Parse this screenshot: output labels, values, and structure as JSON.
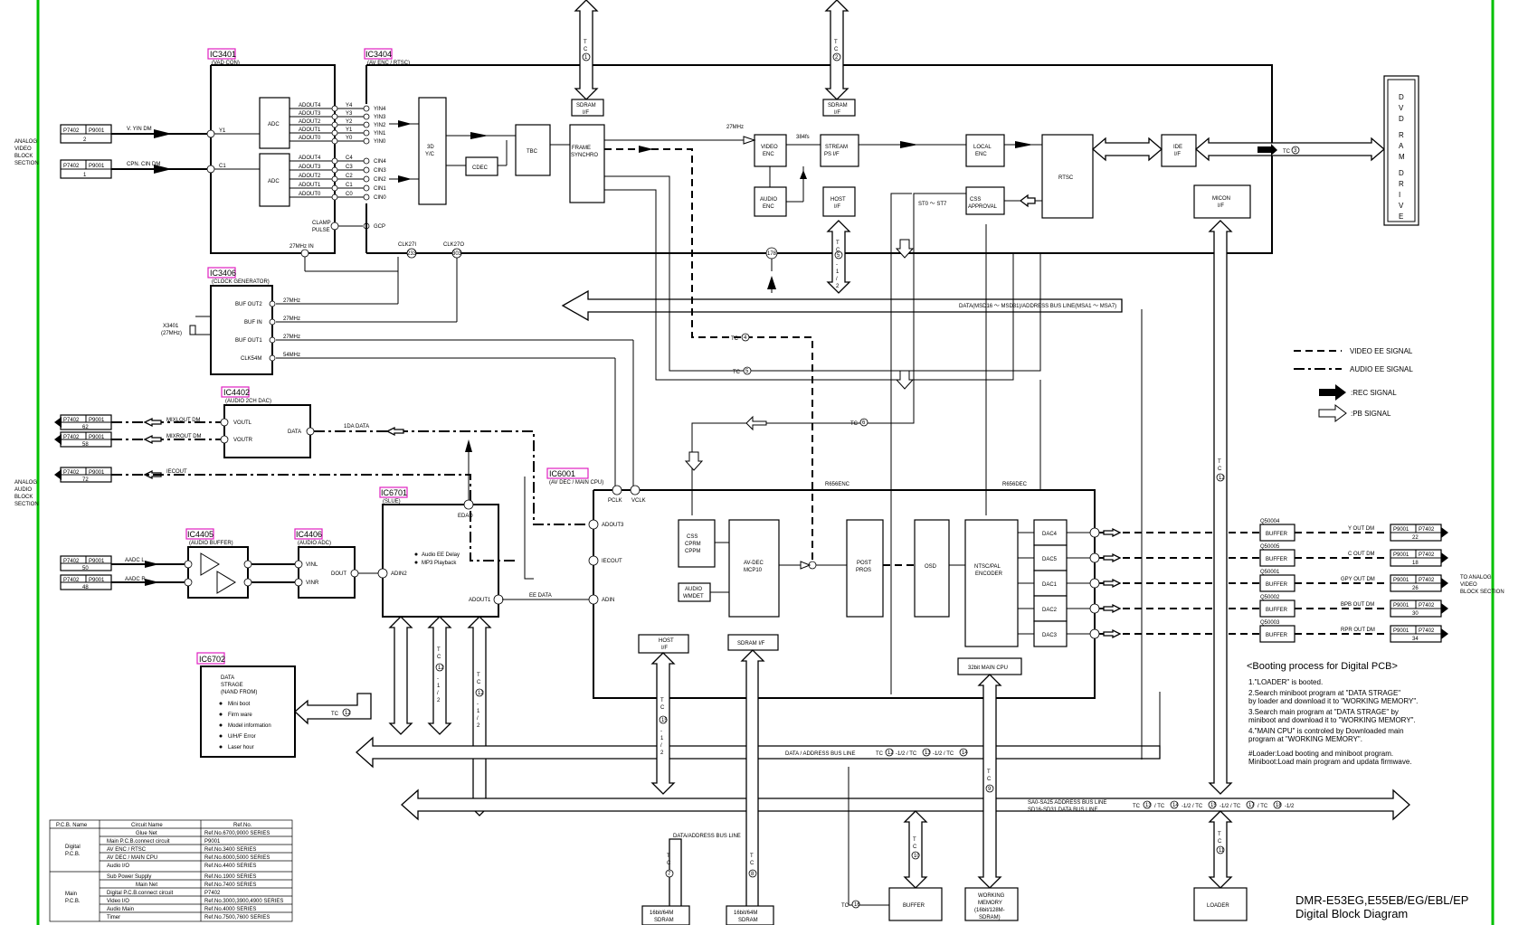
{
  "title": {
    "model": "DMR-E53EG,E55EB/EG/EBL/EP",
    "name": "Digital Block Diagram"
  },
  "ics": {
    "ic3401": {
      "id": "IC3401",
      "desc": "(VAD CON)"
    },
    "ic3404": {
      "id": "IC3404",
      "desc": "(AV ENC / RTSC)"
    },
    "ic3406": {
      "id": "IC3406",
      "desc": "(CLOCK GENERATOR)"
    },
    "ic4402": {
      "id": "IC4402",
      "desc": "(AUDIO 2CH DAC)"
    },
    "ic4405": {
      "id": "IC4405",
      "desc": "(AUDIO BUFFER)"
    },
    "ic4406": {
      "id": "IC4406",
      "desc": "(AUDIO ADC)"
    },
    "ic6701": {
      "id": "IC6701",
      "desc": "(SLUE)"
    },
    "ic6001": {
      "id": "IC6001",
      "desc": "(AV DEC / MAIN CPU)"
    },
    "ic6702": {
      "id": "IC6702"
    }
  },
  "blocks": {
    "adc": "ADC",
    "yc3d": [
      "3D",
      "Y/C"
    ],
    "cdec": "CDEC",
    "tbc": "TBC",
    "frame": [
      "FRAME",
      "SYNCHRO"
    ],
    "sdram_if": [
      "SDRAM",
      "I/F"
    ],
    "video_enc": [
      "VIDEO",
      "ENC"
    ],
    "stream": [
      "STREAM",
      "PS I/F"
    ],
    "local_enc": [
      "LOCAL",
      "ENC"
    ],
    "rtsc": "RTSC",
    "ide": [
      "IDE",
      "I/F"
    ],
    "audio_enc": [
      "AUDIO",
      "ENC"
    ],
    "host_if": [
      "HOST",
      "I/F"
    ],
    "css_approval": [
      "CSS",
      "APPROVAL"
    ],
    "micon_if": [
      "MICON",
      "I/F"
    ],
    "dvd_drive": "DVD RAM DRIVE",
    "css_cprm": [
      "CSS",
      "CPRM",
      "CPPM"
    ],
    "avdec": [
      "AV-DEC",
      "MCP10"
    ],
    "audio_wmdet": [
      "AUDIO",
      "WMDET"
    ],
    "post_pros": [
      "POST",
      "PROS"
    ],
    "osd": "OSD",
    "ntsc_enc": [
      "NTSC/PAL",
      "ENCODER"
    ],
    "dacs": [
      "DAC4",
      "DAC5",
      "DAC1",
      "DAC2",
      "DAC3"
    ],
    "host_if2": [
      "HOST",
      "I/F"
    ],
    "sdram_if2": "SDRAM I/F",
    "main_cpu": "32bit MAIN CPU",
    "sdram16": [
      "16bit/64M",
      "SDRAM"
    ],
    "buffer": "BUFFER",
    "working_memory": [
      "WORKING",
      "MEMORY",
      "(16bit/128M-",
      "SDRAM)"
    ],
    "loader": "LOADER",
    "data_strage_title": [
      "DATA",
      "STRAGE",
      "(NAND FROM)"
    ],
    "data_strage_items": [
      "Mini boot",
      "Firm ware",
      "Model information",
      "U/H/F Error",
      "Laser hour"
    ],
    "slue_items": [
      "Audio EE Delay",
      "MP3 Playback"
    ]
  },
  "signals": {
    "vyin": "V. YIN DM",
    "cpn": "CPN. CIN DM",
    "mixl": "MIXLOUT DM",
    "mixr": "MIXROUT DM",
    "iecout": "IECOUT",
    "aadcl": "AADC L",
    "aadcr": "AADC R",
    "yout": "Y OUT DM",
    "cout": "C OUT DM",
    "gpy": "GPY OUT DM",
    "bpb": "BPB OUT DM",
    "rpr": "RPR OUT DM",
    "data_bus1": "DATA(MSD16 〜 MSD31)/ADDRESS BUS LINE(MSA1 〜 MSA7)",
    "data_bus2": "DATA / ADDRESS BUS LINE",
    "data_bus3": "DATA/ADDRESS BUS LINE",
    "sa_bus": [
      "SA0-SA25 ADDRESS BUS LINE",
      "SD16-SD31 DATA BUS LINE"
    ],
    "clk27": "27MHz",
    "clk54": "54MHz",
    "f384": "384fs",
    "st": "ST0 〜 ST7",
    "r656enc": "R656ENC",
    "r656dec": "R656DEC",
    "ee_data": "EE DATA",
    "i2s": "1DA DATA",
    "xtal": [
      "X3401",
      "(27MHz)"
    ]
  },
  "sections": {
    "analog_video": [
      "ANALOG",
      "VIDEO",
      "BLOCK",
      "SECTION"
    ],
    "analog_audio": [
      "ANALOG",
      "AUDIO",
      "BLOCK",
      "SECTION"
    ],
    "to_analog_video": [
      "TO ANALOG",
      "VIDEO",
      "BLOCK SECTION"
    ]
  },
  "legend": [
    {
      "style": "dash",
      "label": "VIDEO EE SIGNAL"
    },
    {
      "style": "dashdot",
      "label": "AUDIO EE SIGNAL"
    },
    {
      "style": "rec",
      "label": ":REC SIGNAL"
    },
    {
      "style": "pb",
      "label": ":PB SIGNAL"
    }
  ],
  "booting": {
    "title": "<Booting process for Digital PCB>",
    "lines": [
      "1.\"LOADER\" is booted.",
      "2.Search miniboot program at \"DATA STRAGE\"",
      "  by loader and download it to \"WORKING MEMORY\".",
      "3.Search main program at \"DATA STRAGE\" by",
      "  miniboot and download it to \"WORKING MEMORY\".",
      "4.\"MAIN CPU\" is controled by Downloaded main",
      "  program at \"WORKING MEMORY\".",
      "#Loader:Load booting and miniboot program.",
      " Miniboot:Load main program and updata firmwave."
    ]
  },
  "pcb_table": {
    "headers": [
      "P.C.B. Name",
      "Circuit Name",
      "Ref.No."
    ],
    "groups": [
      {
        "pcb": [
          "Digital",
          "P.C.B."
        ],
        "rows": [
          [
            "Glue Net",
            "Ref.No.6700,9000 SERIES"
          ],
          [
            "Main P.C.B.connect circuit",
            "P9001"
          ],
          [
            "AV ENC / RTSC",
            "Ref.No.3400 SERIES"
          ],
          [
            "AV DEC / MAIN CPU",
            "Ref.No.6000,5000 SERIES"
          ],
          [
            "Audio I/O",
            "Ref.No.4400 SERIES"
          ]
        ]
      },
      {
        "pcb": [
          "Main",
          "P.C.B."
        ],
        "rows": [
          [
            "Sub Power Supply",
            "Ref.No.1900 SERIES"
          ],
          [
            "Main Net",
            "Ref.No.7400 SERIES"
          ],
          [
            "Digital P.C.B.connect circuit",
            "P7402"
          ],
          [
            "Video I/O",
            "Ref.No.3000,3900,4900 SERIES"
          ],
          [
            "Audio Main",
            "Ref.No.4000 SERIES"
          ],
          [
            "Timer",
            "Ref.No.7500,7600 SERIES"
          ]
        ]
      }
    ]
  }
}
